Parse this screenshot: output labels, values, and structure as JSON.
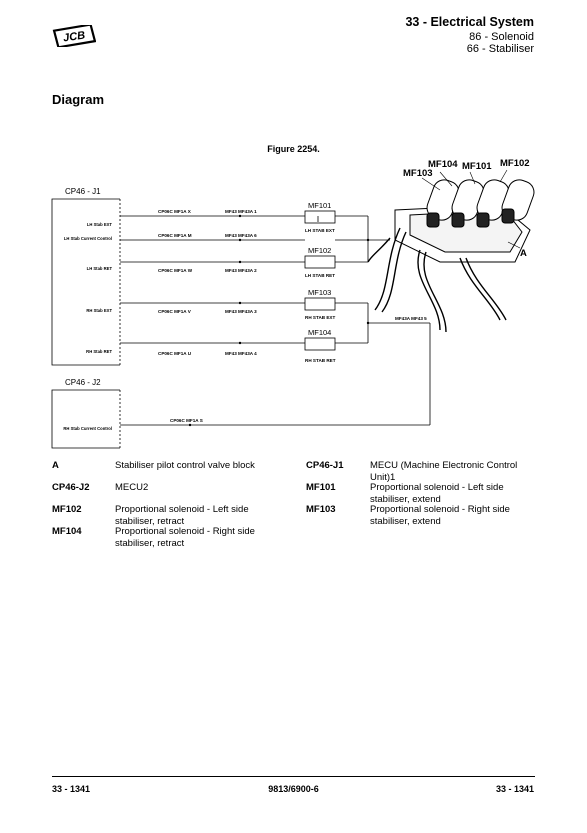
{
  "header": {
    "logo": "JCB",
    "title": "33 - Electrical System",
    "sub1": "86 - Solenoid",
    "sub2": "66 - Stabiliser"
  },
  "section_title": "Diagram",
  "figure_caption": "Figure 2254.",
  "diagram": {
    "connector_j1": "CP46 - J1",
    "connector_j2": "CP46 - J2",
    "pin_labels": [
      "LH Stab EXT",
      "LH Stab Current Control",
      "LH Stab RET",
      "RH Stab EXT",
      "RH Stab RET",
      "RH Stab Current Control"
    ],
    "wire_labels": [
      "CP06C MF1A X",
      "MF43 MF43A 1",
      "CP06C MF1A M",
      "MF43 MF43A 6",
      "CP06C MF1A W",
      "MF43 MF43A 2",
      "CP06C MF1A V",
      "MF43 MF43A 3",
      "CP06C MF1A U",
      "MF43 MF43A 4",
      "CP06C MF1A S",
      "MF43A MF43 5"
    ],
    "solenoids": [
      {
        "id": "MF101",
        "caption": "LH STAB EXT"
      },
      {
        "id": "MF102",
        "caption": "LH STAB RET"
      },
      {
        "id": "MF103",
        "caption": "RH STAB EXT"
      },
      {
        "id": "MF104",
        "caption": "RH STAB RET"
      }
    ],
    "valve_labels": {
      "mf104": "MF104",
      "mf101": "MF101",
      "mf102": "MF102",
      "mf103": "MF103",
      "a": "A"
    }
  },
  "legend": {
    "left": [
      {
        "key": "A",
        "value": "Stabiliser pilot control valve block"
      },
      {
        "key": "CP46-J2",
        "value": "MECU2"
      },
      {
        "key": "MF102",
        "value": "Proportional solenoid - Left side stabiliser, retract"
      },
      {
        "key": "MF104",
        "value": "Proportional solenoid - Right side stabiliser, retract"
      }
    ],
    "right": [
      {
        "key": "CP46-J1",
        "value": "MECU (Machine Electronic Control Unit)1"
      },
      {
        "key": "MF101",
        "value": "Proportional solenoid - Left side stabiliser, extend"
      },
      {
        "key": "MF103",
        "value": "Proportional solenoid - Right side stabiliser, extend"
      }
    ]
  },
  "footer": {
    "left": "33 - 1341",
    "center": "9813/6900-6",
    "right": "33 - 1341"
  }
}
